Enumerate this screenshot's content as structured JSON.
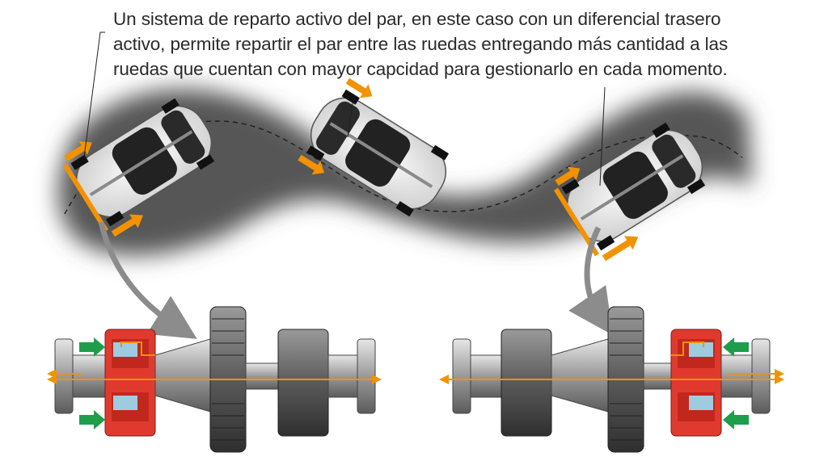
{
  "caption": {
    "line1": "Un sistema de reparto activo del par, en este caso con un diferencial trasero",
    "line2": "activo, permite repartir el par entre las ruedas entregando más cantidad a las",
    "line3": "ruedas que cuentan con mayor capcidad para gestionarlo en cada momento."
  },
  "colors": {
    "road": "#5a5a5a",
    "car_body": "#f2f2f2",
    "torque_arrow": "#f39200",
    "clutch_active": "#e03a2f",
    "clutch_inactive": "#9ecbe0",
    "hydraulic_arrow": "#1e9e4a",
    "pointer_arrow": "#8c8c8c",
    "metal": "#b9b9b9"
  },
  "icons": {
    "car": "car-top-view-icon",
    "torque": "orange-arrow-icon",
    "hydraulic": "green-arrow-icon",
    "pointer": "grey-curved-arrow-icon"
  }
}
